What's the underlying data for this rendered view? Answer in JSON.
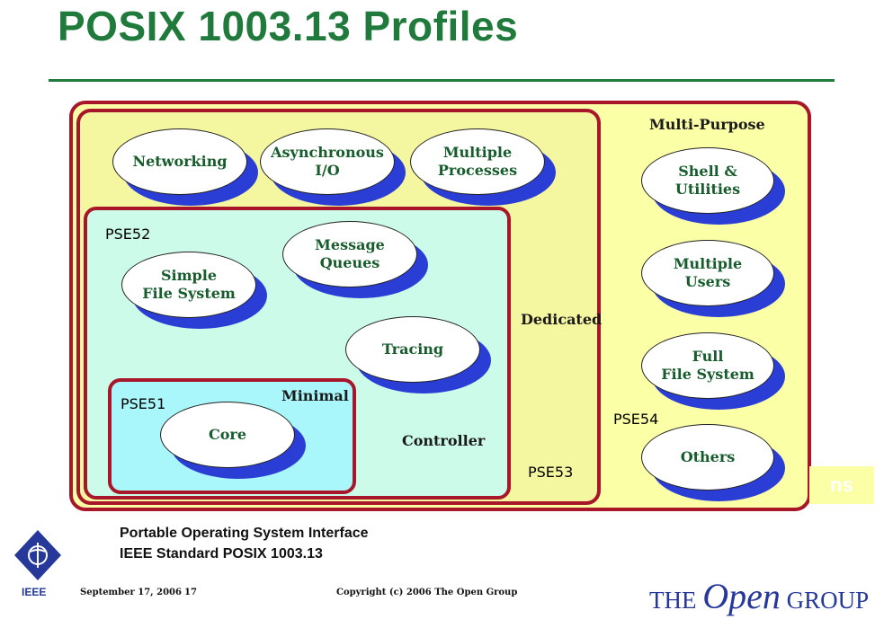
{
  "title": "POSIX 1003.13 Profiles",
  "labels": {
    "multi_purpose": "Multi-Purpose",
    "dedicated": "Dedicated",
    "controller": "Controller",
    "minimal": "Minimal",
    "pse51": "PSE51",
    "pse52": "PSE52",
    "pse53": "PSE53",
    "pse54": "PSE54"
  },
  "ellipses": {
    "networking": "Networking",
    "async_io": "Asynchronous\nI/O",
    "multiple_processes": "Multiple\nProcesses",
    "message_queues": "Message\nQueues",
    "simple_fs": "Simple\nFile System",
    "tracing": "Tracing",
    "core": "Core",
    "shell_utilities": "Shell &\nUtilities",
    "multiple_users": "Multiple\nUsers",
    "full_fs": "Full\nFile System",
    "others": "Others"
  },
  "footer": {
    "line1": "Portable Operating System Interface",
    "line2": "IEEE  Standard POSIX 1003.13",
    "date": "September 17, 2006",
    "page": "17",
    "copyright": "Copyright (c) 2006 The Open Group",
    "ieee": "IEEE",
    "brand_the": "THE",
    "brand_open": "Open",
    "brand_group": "GROUP",
    "stray": "ns"
  },
  "colors": {
    "title_green": "#1f7a3c",
    "box_border": "#a8162a",
    "pse54_fill": "#fbffa6",
    "pse53_fill": "#f5f7a0",
    "pse52_fill": "#ccfbe9",
    "pse51_fill": "#a9f7fb",
    "ellipse_shadow": "#2a3ed6",
    "brand_blue": "#26399a"
  }
}
